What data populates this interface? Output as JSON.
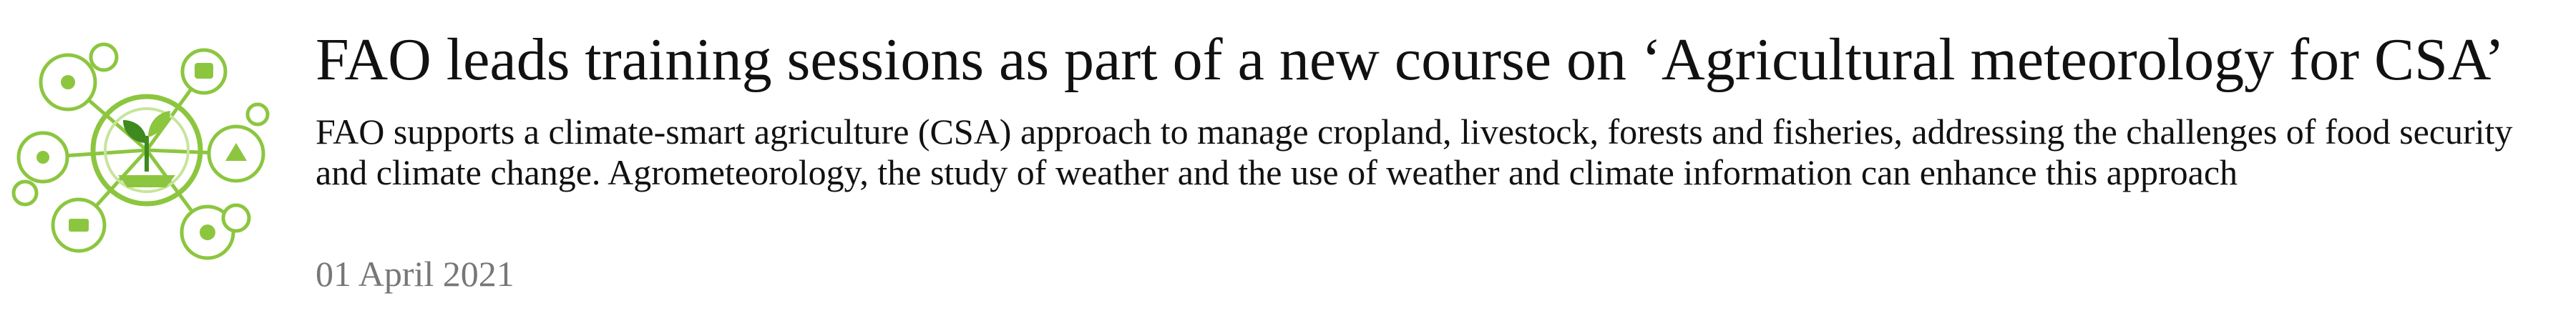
{
  "article": {
    "title": "FAO leads training sessions as part of a new course on ‘Agricultural meteorology for CSA’",
    "summary": "FAO supports a climate-smart agriculture (CSA) approach to manage cropland, livestock, forests and fisheries, addressing the challenges of food security and climate change. Agrometeorology, the study of weather and the use of weather and climate information can enhance this approach",
    "date": "01 April 2021",
    "thumbnail_icon": "climate-smart-agriculture-icon"
  },
  "colors": {
    "title_text": "#111111",
    "body_text": "#111111",
    "date_text": "#777777",
    "icon_green": "#8cc63f",
    "icon_dark_green": "#3f8a1f"
  }
}
